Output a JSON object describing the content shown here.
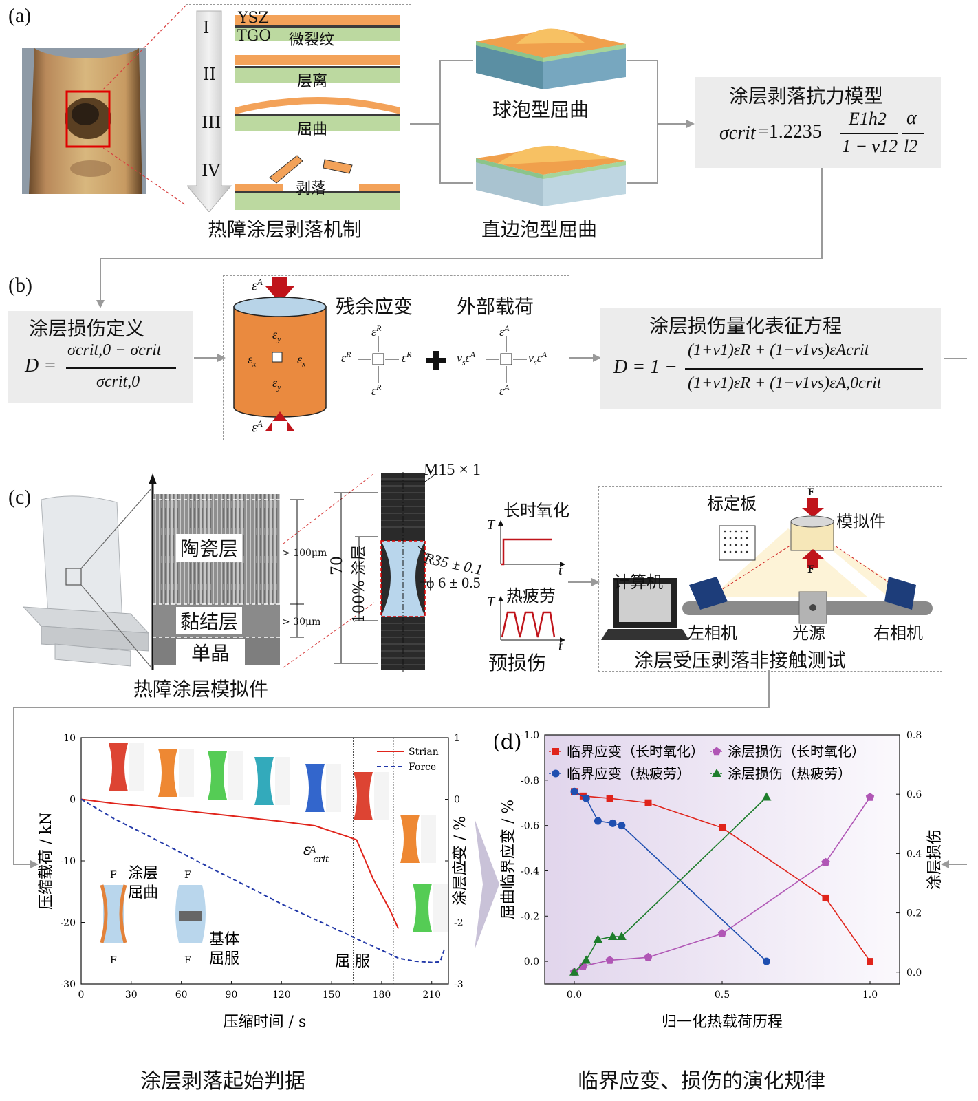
{
  "panels": {
    "a": "(a)",
    "b": "(b)",
    "c": "(c)",
    "d": "(d)"
  },
  "a": {
    "stage_roman": [
      "I",
      "II",
      "III",
      "IV"
    ],
    "labels": {
      "ysz": "YSZ",
      "tgo": "TGO",
      "microcrack": "微裂纹",
      "delam": "层离",
      "buckle": "屈曲",
      "spall": "剥落"
    },
    "mechanism_title": "热障涂层剥落机制",
    "blister": "球泡型屈曲",
    "straight": "直边泡型屈曲",
    "model_title": "涂层剥落抗力模型",
    "model_eq": {
      "lhs": "σcrit",
      "coef": "=1.2235",
      "num": "E1h2",
      "den": "1 − ν12",
      "frac2_num": "α",
      "frac2_den": "l2"
    }
  },
  "b": {
    "damage_def_title": "涂层损伤定义",
    "damage_def_eq": {
      "lhs": "D =",
      "num": "σcrit,0 − σcrit",
      "den": "σcrit,0"
    },
    "residual": "残余应变",
    "external": "外部载荷",
    "quant_title": "涂层损伤量化表征方程",
    "quant_eq": {
      "lhs": "D = 1 −",
      "num": "(1+ν1)εR + (1−ν1νs)εAcrit",
      "den": "(1+ν1)εR + (1−ν1νs)εA,0crit"
    }
  },
  "c": {
    "ceramic": "陶瓷层",
    "bond": "黏结层",
    "single": "单晶",
    "thick1": "> 100μm",
    "thick2": "> 30μm",
    "sample_title": "热障涂层模拟件",
    "m15": "M15 × 1",
    "r35": "R35 ± 0.1",
    "phi6": "ϕ 6 ± 0.5",
    "len70": "70",
    "coat100": "100% 涂层",
    "long_ox": "长时氧化",
    "thermal_fat": "热疲劳",
    "predamage": "预损伤",
    "axis_T": "T",
    "axis_t": "t",
    "cal_board": "标定板",
    "specimen": "模拟件",
    "computer": "计算机",
    "left_cam": "左相机",
    "light": "光源",
    "right_cam": "右相机",
    "test_title": "涂层受压剥落非接触测试",
    "F": "F"
  },
  "bottom": {
    "left_caption": "涂层剥落起始判据",
    "right_caption": "临界应变、损伤的演化规律"
  },
  "chart_data": [
    {
      "type": "line",
      "xlabel": "压缩时间 / s",
      "ylabel": "压缩载荷 / kN",
      "y2label": "涂层应变 / %",
      "xlim": [
        0,
        220
      ],
      "ylim": [
        -30,
        10
      ],
      "y2lim": [
        -3,
        1
      ],
      "xticks": [
        "0",
        "30",
        "60",
        "90",
        "120",
        "150",
        "180",
        "210"
      ],
      "yticks": [
        "10",
        "0",
        "-10",
        "-20",
        "-30"
      ],
      "y2ticks": [
        "1",
        "0",
        "-1",
        "-2",
        "-3"
      ],
      "legend": [
        "Strian",
        "Force"
      ],
      "legend_position": "top-right",
      "series": [
        {
          "name": "Strian",
          "axis": "right",
          "color": "#e0241b",
          "x": [
            0,
            20,
            40,
            60,
            80,
            100,
            120,
            140,
            160,
            165,
            175,
            185,
            190
          ],
          "y": [
            0,
            -0.07,
            -0.12,
            -0.18,
            -0.24,
            -0.3,
            -0.36,
            -0.43,
            -0.61,
            -0.66,
            -1.3,
            -1.8,
            -2.1
          ]
        },
        {
          "name": "Force",
          "axis": "left",
          "color": "#2238a8",
          "x": [
            0,
            20,
            40,
            60,
            80,
            100,
            120,
            140,
            160,
            170,
            180,
            190,
            200,
            210,
            215,
            218
          ],
          "y": [
            0,
            -3.2,
            -5.9,
            -8.7,
            -11.5,
            -14.2,
            -17.0,
            -19.5,
            -22.0,
            -23.3,
            -24.5,
            -25.8,
            -26.3,
            -26.5,
            -26.4,
            -24.0
          ]
        }
      ],
      "vlines": [
        163,
        187
      ],
      "annotations": {
        "crit": "εAcrit",
        "yield": "屈 服",
        "coat_buckle": "涂层\n屈曲",
        "sub_yield": "基体\n屈服",
        "F": "F"
      }
    },
    {
      "type": "line",
      "xlabel": "归一化热载荷历程",
      "ylabel": "屈曲临界应变 / %",
      "y2label": "涂层损伤",
      "xlim": [
        -0.1,
        1.1
      ],
      "ylim": [
        0.1,
        -1.0
      ],
      "y2lim": [
        -0.04,
        0.8
      ],
      "xticks": [
        "0.0",
        "0.5",
        "1.0"
      ],
      "yticks": [
        "-1.0",
        "-0.8",
        "-0.6",
        "-0.4",
        "-0.2",
        "0.0"
      ],
      "y2ticks": [
        "0.8",
        "0.6",
        "0.4",
        "0.2",
        "0.0"
      ],
      "legend_position": "top",
      "series": [
        {
          "name": "临界应变（长时氧化）",
          "axis": "left",
          "color": "#e0241b",
          "marker": "square",
          "x": [
            0.0,
            0.03,
            0.12,
            0.25,
            0.5,
            0.85,
            1.0
          ],
          "y": [
            -0.75,
            -0.73,
            -0.72,
            -0.7,
            -0.59,
            -0.28,
            0.0
          ]
        },
        {
          "name": "涂层损伤（长时氧化）",
          "axis": "right",
          "color": "#b056b5",
          "marker": "pentagon",
          "x": [
            0.0,
            0.03,
            0.12,
            0.25,
            0.5,
            0.85,
            1.0
          ],
          "y": [
            0.0,
            0.02,
            0.04,
            0.05,
            0.13,
            0.37,
            0.59
          ]
        },
        {
          "name": "临界应变（热疲劳）",
          "axis": "left",
          "color": "#1f4fb0",
          "marker": "circle",
          "x": [
            0.0,
            0.04,
            0.08,
            0.13,
            0.16,
            0.65
          ],
          "y": [
            -0.75,
            -0.72,
            -0.62,
            -0.61,
            -0.6,
            0.0
          ]
        },
        {
          "name": "涂层损伤（热疲劳）",
          "axis": "right",
          "color": "#1e7d2c",
          "marker": "triangle",
          "x": [
            0.0,
            0.04,
            0.08,
            0.13,
            0.16,
            0.65
          ],
          "y": [
            0.0,
            0.04,
            0.11,
            0.12,
            0.12,
            0.59
          ]
        }
      ]
    }
  ]
}
